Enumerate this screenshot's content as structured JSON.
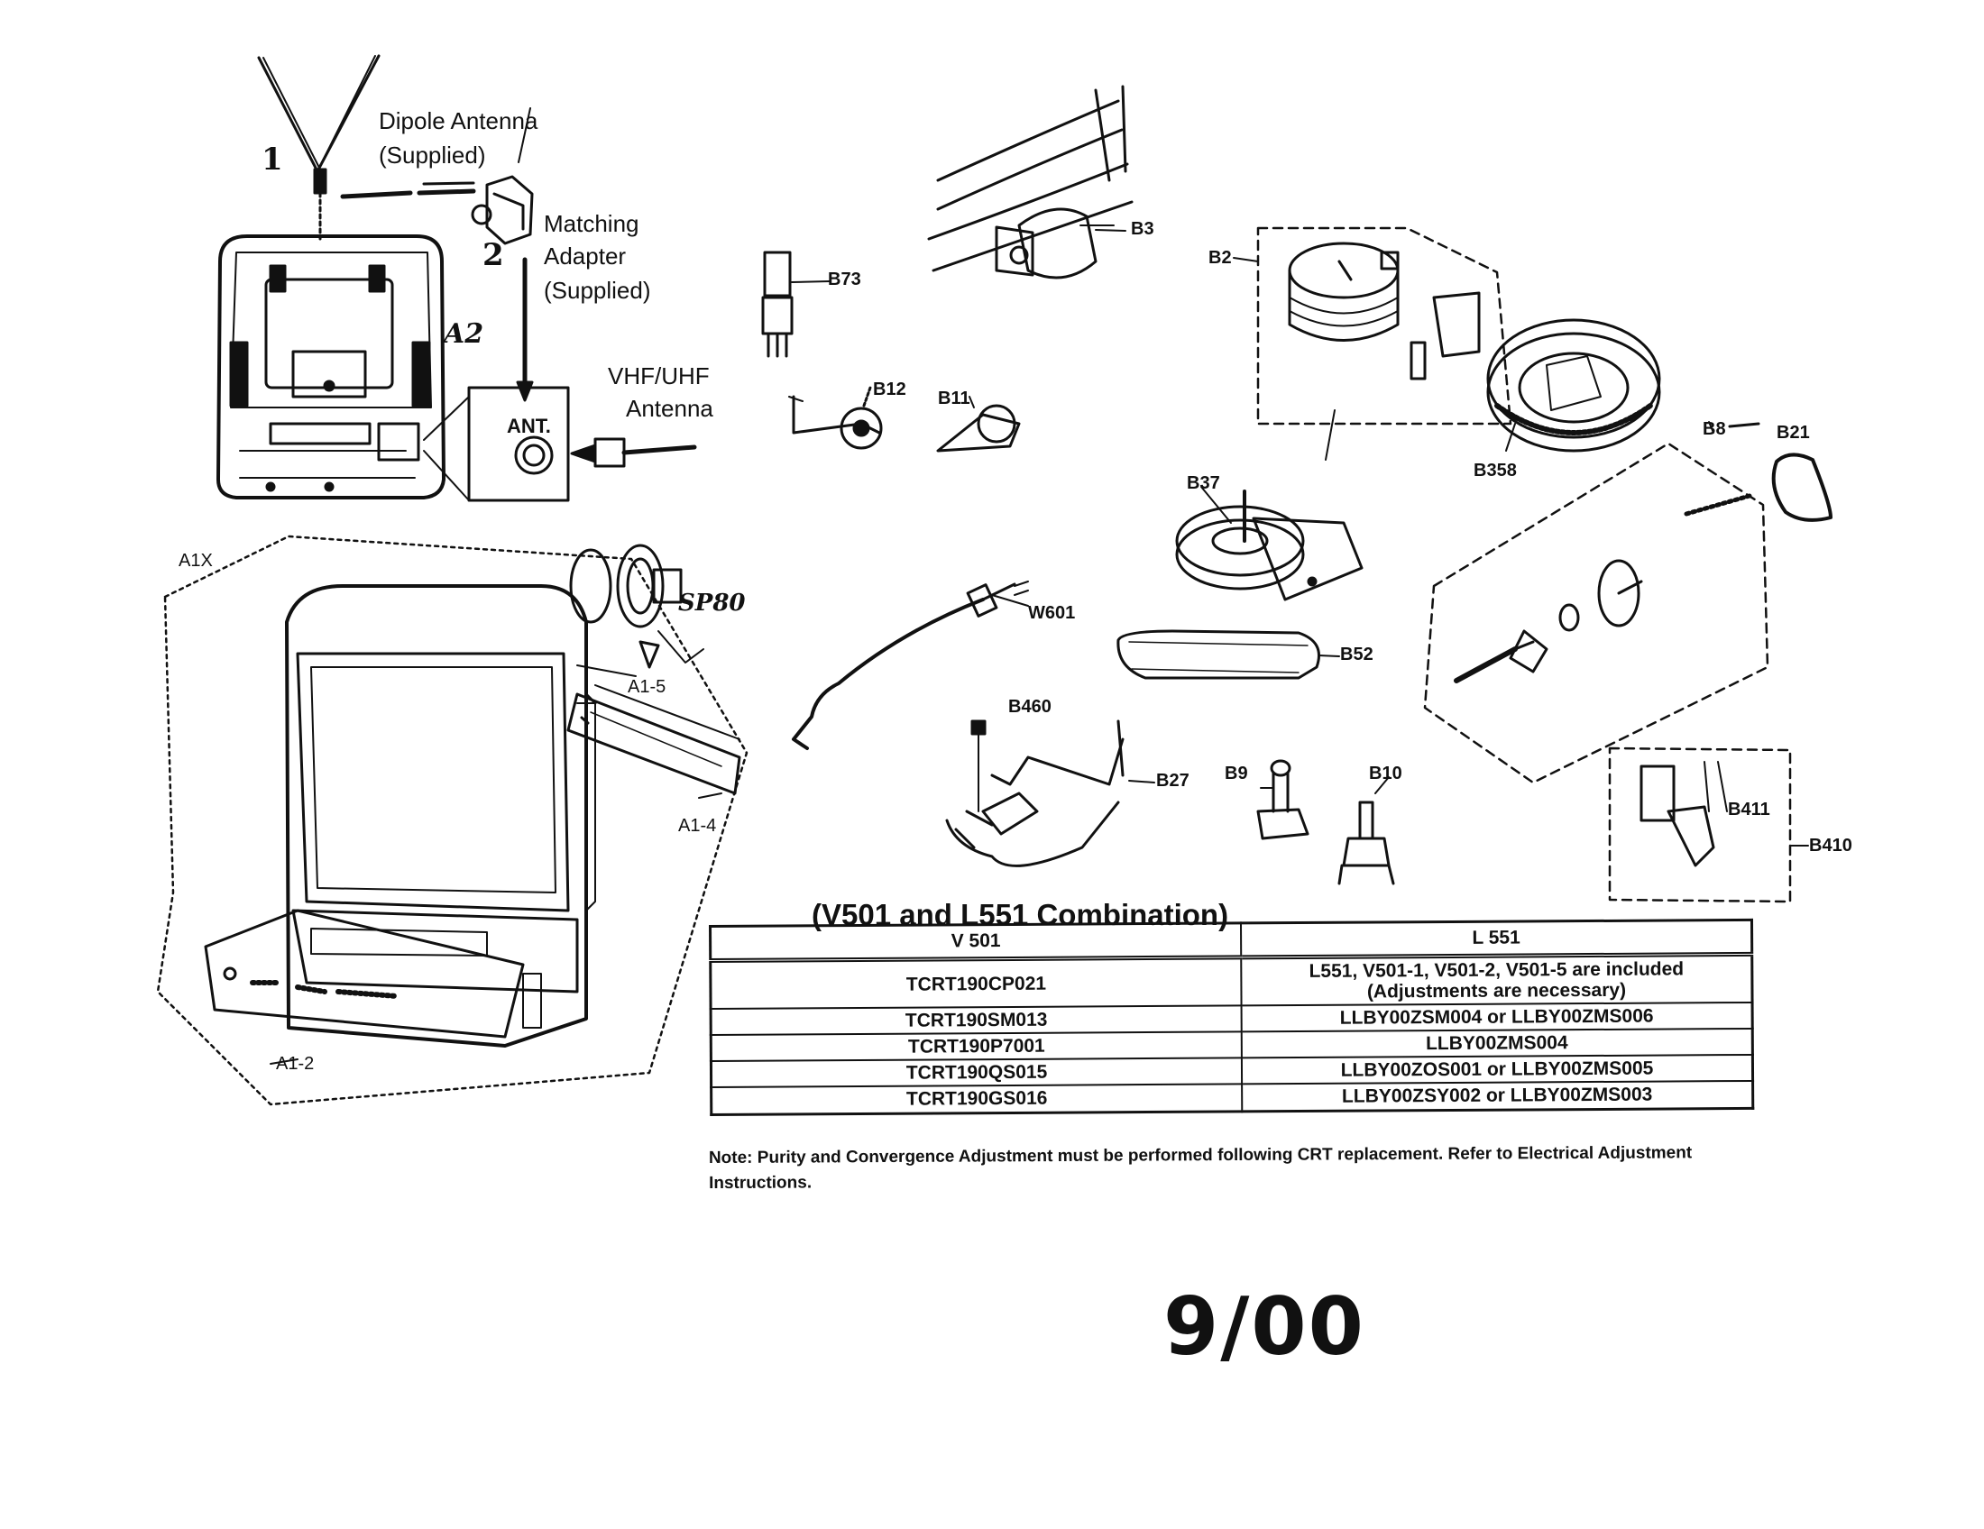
{
  "antenna_section": {
    "step1": "1",
    "step2": "2",
    "dipole_label_1": "Dipole Antenna",
    "dipole_label_2": "(Supplied)",
    "adapter_label_1": "Matching",
    "adapter_label_2": "Adapter",
    "adapter_label_3": "(Supplied)",
    "vhf_label_1": "VHF/UHF",
    "vhf_label_2": "Antenna",
    "ant_label": "ANT.",
    "tv_back_label": "A2"
  },
  "part_labels": {
    "B3": "B3",
    "B2": "B2",
    "B73": "B73",
    "B12": "B12",
    "B11": "B11",
    "B358": "B358",
    "B37": "B37",
    "B8": "B8",
    "B21": "B21",
    "A1X": "A1X",
    "SP80": "SP80",
    "W601": "W601",
    "B52": "B52",
    "A1-5": "A1-5",
    "A1-4": "A1-4",
    "A1-2": "A1-2",
    "B460": "B460",
    "B27": "B27",
    "B9": "B9",
    "B10": "B10",
    "B411": "B411",
    "B410": "B410"
  },
  "combination_table": {
    "title": "(V501 and L551 Combination)",
    "headers": [
      "V 501",
      "L 551"
    ],
    "rows": [
      {
        "v501": "TCRT190CP021",
        "l551_line1": "L551, V501-1, V501-2, V501-5 are included",
        "l551_line2": "(Adjustments are necessary)"
      },
      {
        "v501": "TCRT190SM013",
        "l551_line1": "LLBY00ZSM004 or LLBY00ZMS006",
        "l551_line2": ""
      },
      {
        "v501": "TCRT190P7001",
        "l551_line1": "LLBY00ZMS004",
        "l551_line2": ""
      },
      {
        "v501": "TCRT190QS015",
        "l551_line1": "LLBY00ZOS001 or LLBY00ZMS005",
        "l551_line2": ""
      },
      {
        "v501": "TCRT190GS016",
        "l551_line1": "LLBY00ZSY002 or LLBY00ZMS003",
        "l551_line2": ""
      }
    ]
  },
  "note": {
    "prefix": "Note:",
    "text": "Purity and Convergence Adjustment must be performed following CRT replacement. Refer to Electrical Adjustment Instructions."
  },
  "page_number": "9/00"
}
